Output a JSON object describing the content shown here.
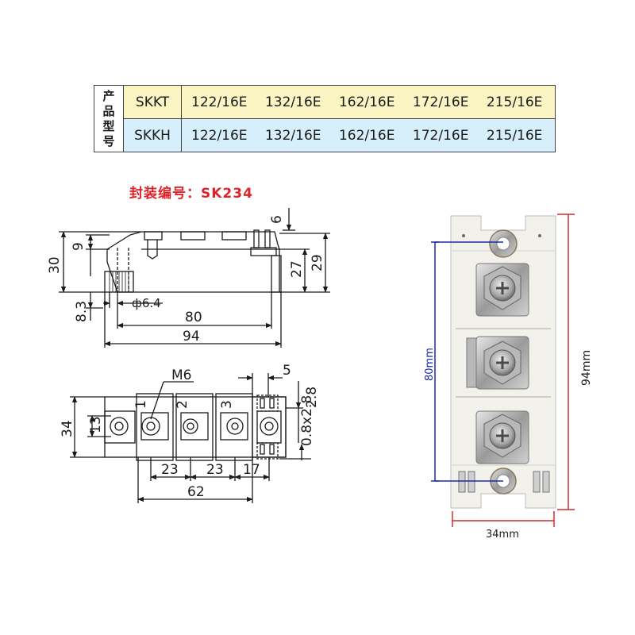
{
  "table": {
    "header_chars": [
      "产",
      "品",
      "型",
      "号"
    ],
    "rows": [
      {
        "model": "SKKT",
        "parts": [
          "122/16E",
          "132/16E",
          "162/16E",
          "172/16E",
          "215/16E"
        ]
      },
      {
        "model": "SKKH",
        "parts": [
          "122/16E",
          "132/16E",
          "162/16E",
          "172/16E",
          "215/16E"
        ]
      }
    ],
    "colors": {
      "row_a": "#fbf5c4",
      "row_b": "#d6effb"
    }
  },
  "package_title": "封装编号：SK234",
  "side_view": {
    "dims": {
      "d6": "6",
      "d9": "9",
      "d30": "30",
      "d27": "27",
      "d29": "29",
      "d83": "8.3",
      "phi": "ф6.4",
      "d80": "80",
      "d94": "94"
    }
  },
  "top_view": {
    "dims": {
      "m6": "M6",
      "d5": "5",
      "d28": "2.8",
      "d34": "34",
      "d13": "13",
      "d08": "0.8x2.8",
      "d23a": "23",
      "d23b": "23",
      "d17": "17",
      "d62": "62"
    },
    "terminals": [
      "1",
      "2",
      "3"
    ]
  },
  "photo": {
    "len_label": "80mm",
    "height_label": "94mm",
    "width_label": "34mm",
    "colors": {
      "blue": "#1a2aa8",
      "red": "#d42a2a"
    }
  }
}
